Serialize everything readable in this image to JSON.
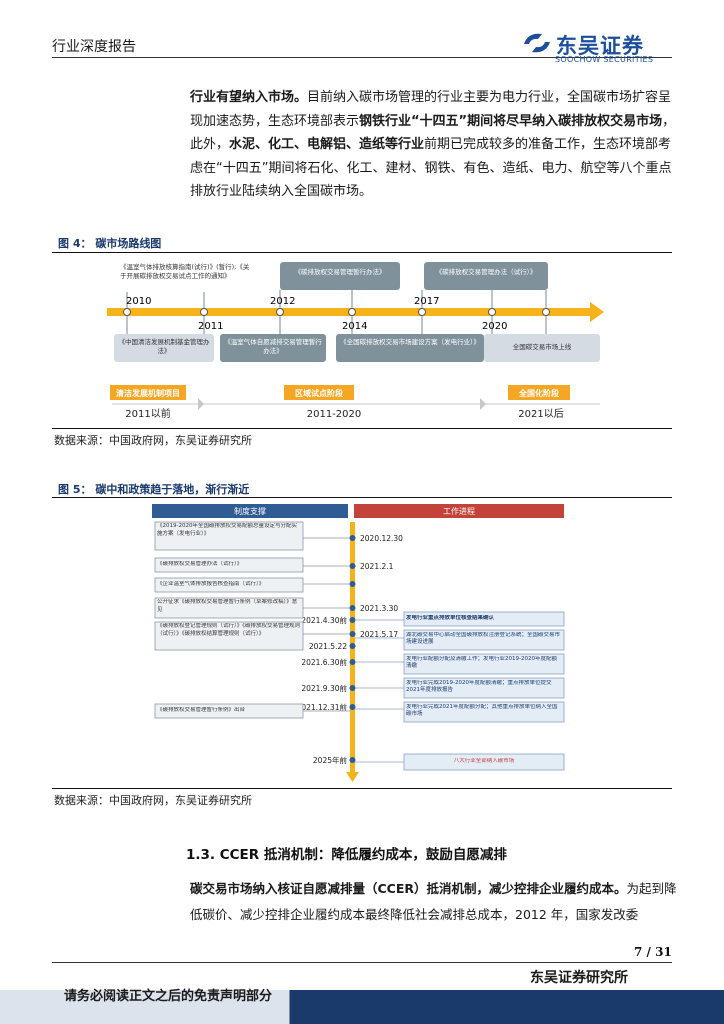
{
  "header": {
    "doc_type": "行业深度报告",
    "logo_cn": "东吴证券",
    "logo_en": "SOOCHOW SECURITIES"
  },
  "intro": {
    "b1": "行业有望纳入市场。",
    "t1": "目前纳入碳市场管理的行业主要为电力行业，全国碳市场扩容呈现加速态势，生态环境部表示",
    "b2": "钢铁行业“十四五”期间将尽早纳入碳排放权交易市场",
    "t2": "，此外，",
    "b3": "水泥、化工、电解铝、造纸等行业",
    "t3": "前期已完成较多的准备工作，生态环境部考虑在“十四五”期间将石化、化工、建材、钢铁、有色、造纸、电力、航空等八个重点排放行业陆续纳入全国碳市场。"
  },
  "figure4": {
    "caption": "图 4：  碳市场路线图",
    "source": "数据来源：中国政府网，东吴证券研究所",
    "years": [
      "2010",
      "2011",
      "2012",
      "2014",
      "2017",
      "2020"
    ],
    "top_boxes": [
      "《温室气体排放核算指南(试行)》(暂行);《关于开展碳排放权交易试点工作的通知》",
      "《碳排放权交易管理暂行办法》",
      "《碳排放权交易管理办法（试行）》"
    ],
    "bottom_boxes": [
      "《中国清洁发展机制基金管理办法》",
      "《温室气体自愿减排交易管理暂行办法》",
      "《全国碳排放权交易市场建设方案（发电行业）》",
      "全国碳交易市场上线"
    ],
    "phases": [
      {
        "label": "清洁发展机制项目",
        "period": "2011以前"
      },
      {
        "label": "区域试点阶段",
        "period": "2011-2020"
      },
      {
        "label": "全国化阶段",
        "period": "2021以后"
      }
    ]
  },
  "figure5": {
    "caption": "图 5：  碳中和政策趋于落地，渐行渐近",
    "source": "数据来源：中国政府网，东吴证券研究所",
    "left_header": "制度支撑",
    "right_header": "工作进程",
    "dates": [
      "2020.12.30",
      "2021.2.1",
      "2021.3.30",
      "2021.4.30前",
      "2021.5.17",
      "2021.5.22",
      "2021.6.30前",
      "2021.9.30前",
      "2021.12.31前",
      "2025年前"
    ],
    "left_items": [
      "《2019-2020年全国碳排放权交易配额总量设定与分配实施方案（发电行业）》",
      "《碳排放权交易管理办法（试行）》",
      "《企业温室气体排放报告核查指南（试行）》",
      "公开征求《碳排放权交易管理暂行条例（草案修改稿）》意见",
      "《碳排放权登记管理规则（试行）》《碳排放权交易管理规则（试行）》《碳排放权结算管理规则（试行）》",
      "《碳排放权交易管理暂行条例》出台"
    ],
    "right_items": [
      "发电行业重点排放单位核查结果确认",
      "湖北碳交易中心启动全国碳排放权注册登记系统；全国碳交易市场建设进展",
      "发电行业配额分配及清缴工作；发电行业2019-2020年度配额清缴",
      "发电行业完成2019-2020年度配额清缴；重点排放单位提交2021年度排放报告",
      "发电行业完成2021年度配额分配；其他重点排放单位纳入全国碳市场",
      "八大行业全部纳入碳市场"
    ]
  },
  "section": {
    "heading": "1.3.  CCER 抵消机制：降低履约成本，鼓励自愿减排",
    "bold_lead": "碳交易市场纳入核证自愿减排量（CCER）抵消机制，减少控排企业履约成本。",
    "text": "为起到降低碳价、减少控排企业履约成本最终降低社会减排总成本，2012 年，国家发改委"
  },
  "footer": {
    "page": "7 / 31",
    "institute": "东吴证券研究所",
    "disclaimer": "请务必阅读正文之后的免责声明部分"
  },
  "colors": {
    "brand_blue": "#1b4f9c",
    "timeline_orange": "#f6b21b",
    "box_gray": "#d5dbe3",
    "box_teal": "#7f929c",
    "phase_orange": "#f5a623",
    "header_blue": "#2e5c93",
    "header_red": "#c3423a",
    "mid_axis": "#f6b21b"
  }
}
